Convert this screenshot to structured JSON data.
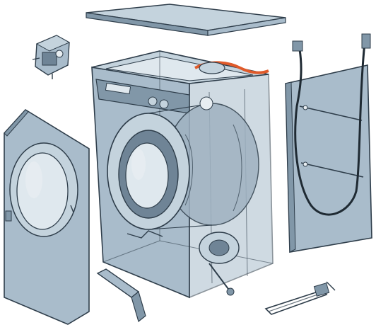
{
  "diagram": {
    "subject": "exploded-washing-machine",
    "colors": {
      "panel": "#a9bccb",
      "panel_light": "#c4d3dd",
      "panel_dark": "#8197a8",
      "outline": "#2e3d4a",
      "drum": "#9fb2c1",
      "drum_dark": "#6f8496",
      "glass": "#dfe8ee",
      "hose": "#1f2a33",
      "heater_wire": "#e05a2a",
      "highlight": "#e8eef2"
    },
    "parts": [
      "top-cover",
      "door-lock-module",
      "front-panel",
      "cabinet-body",
      "drum",
      "control-panel",
      "motor",
      "right-side-panel",
      "inlet-hose",
      "kickplate",
      "heating-element"
    ]
  }
}
